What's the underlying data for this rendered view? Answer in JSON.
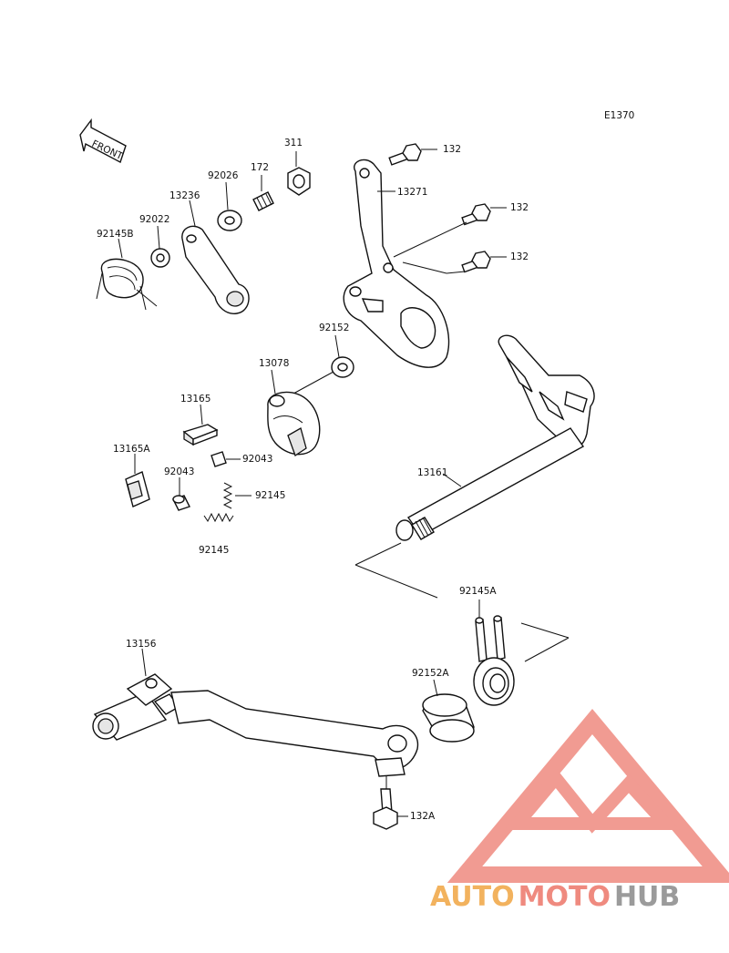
{
  "diagram": {
    "code": "E1370",
    "front_label": "FRONT",
    "labels": {
      "p311": "311",
      "p172": "172",
      "p92026": "92026",
      "p13236": "13236",
      "p92022": "92022",
      "p92145B": "92145B",
      "p132_top": "132",
      "p13271": "13271",
      "p132_mid": "132",
      "p132_low": "132",
      "p92152": "92152",
      "p13078": "13078",
      "p13165": "13165",
      "p92043_a": "92043",
      "p13165A": "13165A",
      "p92043_b": "92043",
      "p92145_a": "92145",
      "p92145_b": "92145",
      "p13161": "13161",
      "p92145A": "92145A",
      "p13156": "13156",
      "p92152A": "92152A",
      "p132A": "132A"
    }
  },
  "watermark": {
    "part_auto": "AUTO",
    "part_moto": "MOTO",
    "part_hub": "HUB",
    "logo_color": "#ef8a7f",
    "auto_color": "#f2b25e",
    "hub_color": "#9b9b9b"
  }
}
